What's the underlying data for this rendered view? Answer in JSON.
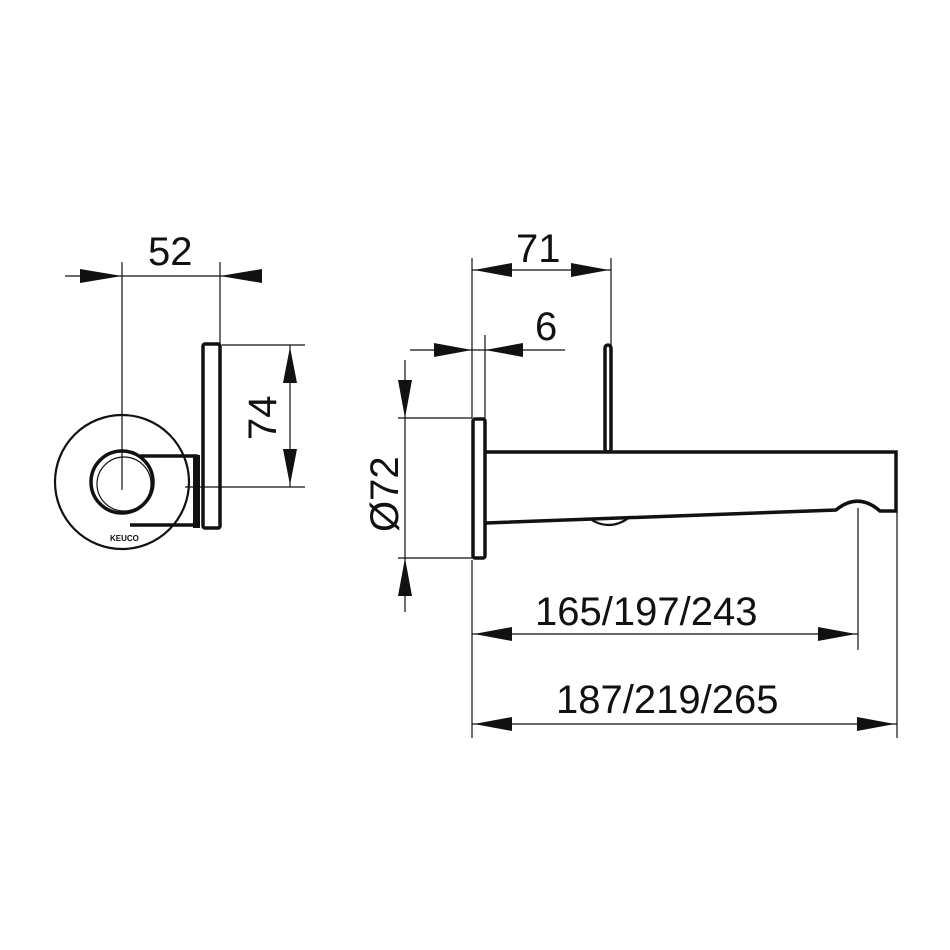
{
  "drawing": {
    "line_color": "#111111",
    "background": "#ffffff",
    "front_view": {
      "width_dimension": "52",
      "height_dimension": "74",
      "logo_text": "KEUCO"
    },
    "side_view": {
      "depth_dimension": "71",
      "plate_thickness_dimension": "6",
      "rosette_diameter_dimension": "Ø72",
      "outlet_length_dimension": "165/197/243",
      "total_length_dimension": "187/219/265"
    }
  }
}
